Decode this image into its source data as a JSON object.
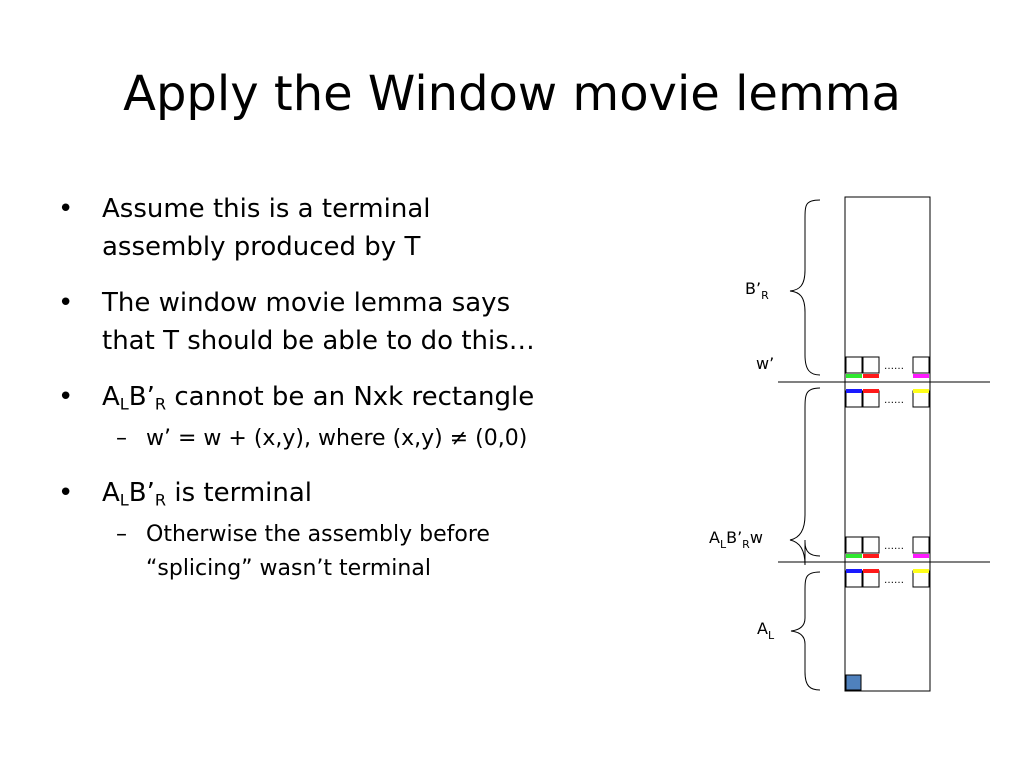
{
  "slide": {
    "title": "Apply the Window movie lemma"
  },
  "bullets": {
    "b1": {
      "line1": "Assume this is a terminal",
      "line2": "assembly produced by T"
    },
    "b2": {
      "line1": "The window movie lemma says",
      "line2": "that T should be able to do this…"
    },
    "b3": {
      "a": "A",
      "a_sub": "L",
      "b": "B’",
      "b_sub": "R",
      "rest": " cannot be an Nxk rectangle"
    },
    "b3_sub": {
      "text": "w’ = w + (x,y), where (x,y) ≠ (0,0)"
    },
    "b4": {
      "a": "A",
      "a_sub": "L",
      "b": "B’",
      "b_sub": "R",
      "rest": " is terminal"
    },
    "b4_sub": {
      "line1": "Otherwise the assembly before",
      "line2": "“splicing” wasn’t terminal"
    },
    "bullet_char": "•",
    "dash_char": "–"
  },
  "diagram": {
    "labels": {
      "br_main": "B’",
      "br_sub": "R",
      "w_prime": "w’",
      "mid_a": "A",
      "mid_a_sub": "L",
      "mid_b": "B’",
      "mid_b_sub": "R",
      "mid_w": "w",
      "al_main": "A",
      "al_sub": "L",
      "dots": "……"
    },
    "colors": {
      "green": "#2ee82e",
      "red": "#ff1a1a",
      "magenta": "#ff1aff",
      "blue": "#1a1aff",
      "yellow": "#ffff1a",
      "seed": "#4f81bd"
    }
  }
}
